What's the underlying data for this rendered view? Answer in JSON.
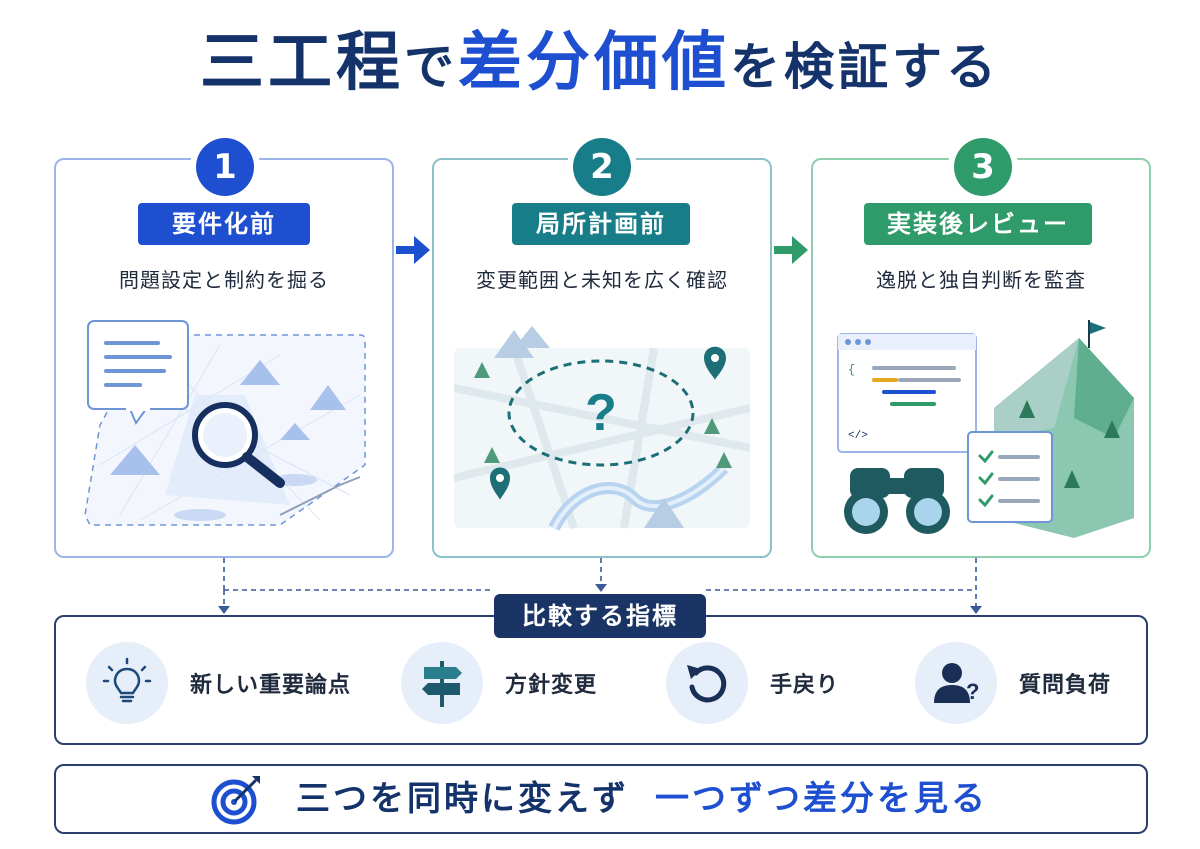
{
  "title": {
    "part1": "三工程",
    "part2": "で",
    "part3": "差分価値",
    "part4": "を検証する"
  },
  "stages": [
    {
      "number": "1",
      "label": "要件化前",
      "description": "問題設定と制約を掘る"
    },
    {
      "number": "2",
      "label": "局所計画前",
      "description": "変更範囲と未知を広く確認"
    },
    {
      "number": "3",
      "label": "実装後レビュー",
      "description": "逸脱と独自判断を監査"
    }
  ],
  "metrics": {
    "label": "比較する指標",
    "items": [
      {
        "label": "新しい重要論点",
        "icon": "lightbulb-icon"
      },
      {
        "label": "方針変更",
        "icon": "signpost-icon"
      },
      {
        "label": "手戻り",
        "icon": "rotate-ccw-icon"
      },
      {
        "label": "質問負荷",
        "icon": "user-question-icon"
      }
    ]
  },
  "bottom": {
    "part1": "三つを同時に変えず",
    "part2": "一つずつ差分を見る",
    "icon": "target-icon"
  },
  "colors": {
    "blue": "#1e4fd0",
    "teal": "#177e89",
    "green": "#2f9a6a",
    "navy": "#1a3466"
  }
}
